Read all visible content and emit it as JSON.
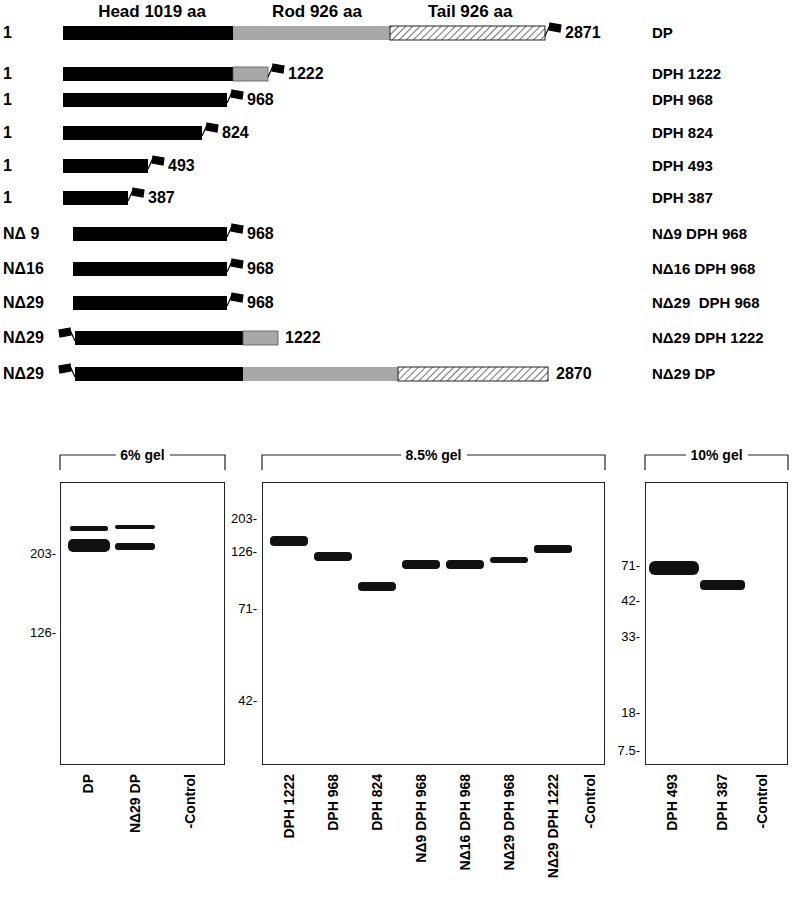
{
  "diagram": {
    "nodes": [
      {
        "text": [
          "6% gel",
          "203-",
          "126-"
        ]
      },
      {
        "text": [
          "8.5% gel",
          "203-",
          "126-",
          "71-",
          "42-"
        ]
      },
      {
        "text": [
          "10% gel",
          "71-",
          "42-",
          "33-",
          "18-",
          "7.5-"
        ]
      }
    ],
    "labels": [
      "Head 1019 aa",
      "Rod 926 aa",
      "Tail 926 aa",
      "1",
      "2871",
      "DP",
      "1",
      "1222",
      "DPH 1222",
      "1",
      "968",
      "DPH 968",
      "1",
      "824",
      "DPH 824",
      "1",
      "493",
      "DPH 493",
      "1",
      "387",
      "DPH 387",
      "NΔ 9",
      "968",
      "NΔ9 DPH 968",
      "NΔ16",
      "968",
      "NΔ16 DPH 968",
      "NΔ29",
      "968",
      "NΔ29  DPH 968",
      "NΔ29",
      "1222",
      "NΔ29 DPH 1222",
      "NΔ29",
      "2870",
      "NΔ29 DP",
      "DP",
      "NΔ29 DP",
      "-Control",
      "DPH 1222",
      "DPH 968",
      "DPH 824",
      "NΔ9 DPH 968",
      "NΔ16 DPH 968",
      "NΔ29 DPH 968",
      "NΔ29 DPH 1222",
      "-Control",
      "DPH 493",
      "DPH 387",
      "-Control"
    ]
  }
}
